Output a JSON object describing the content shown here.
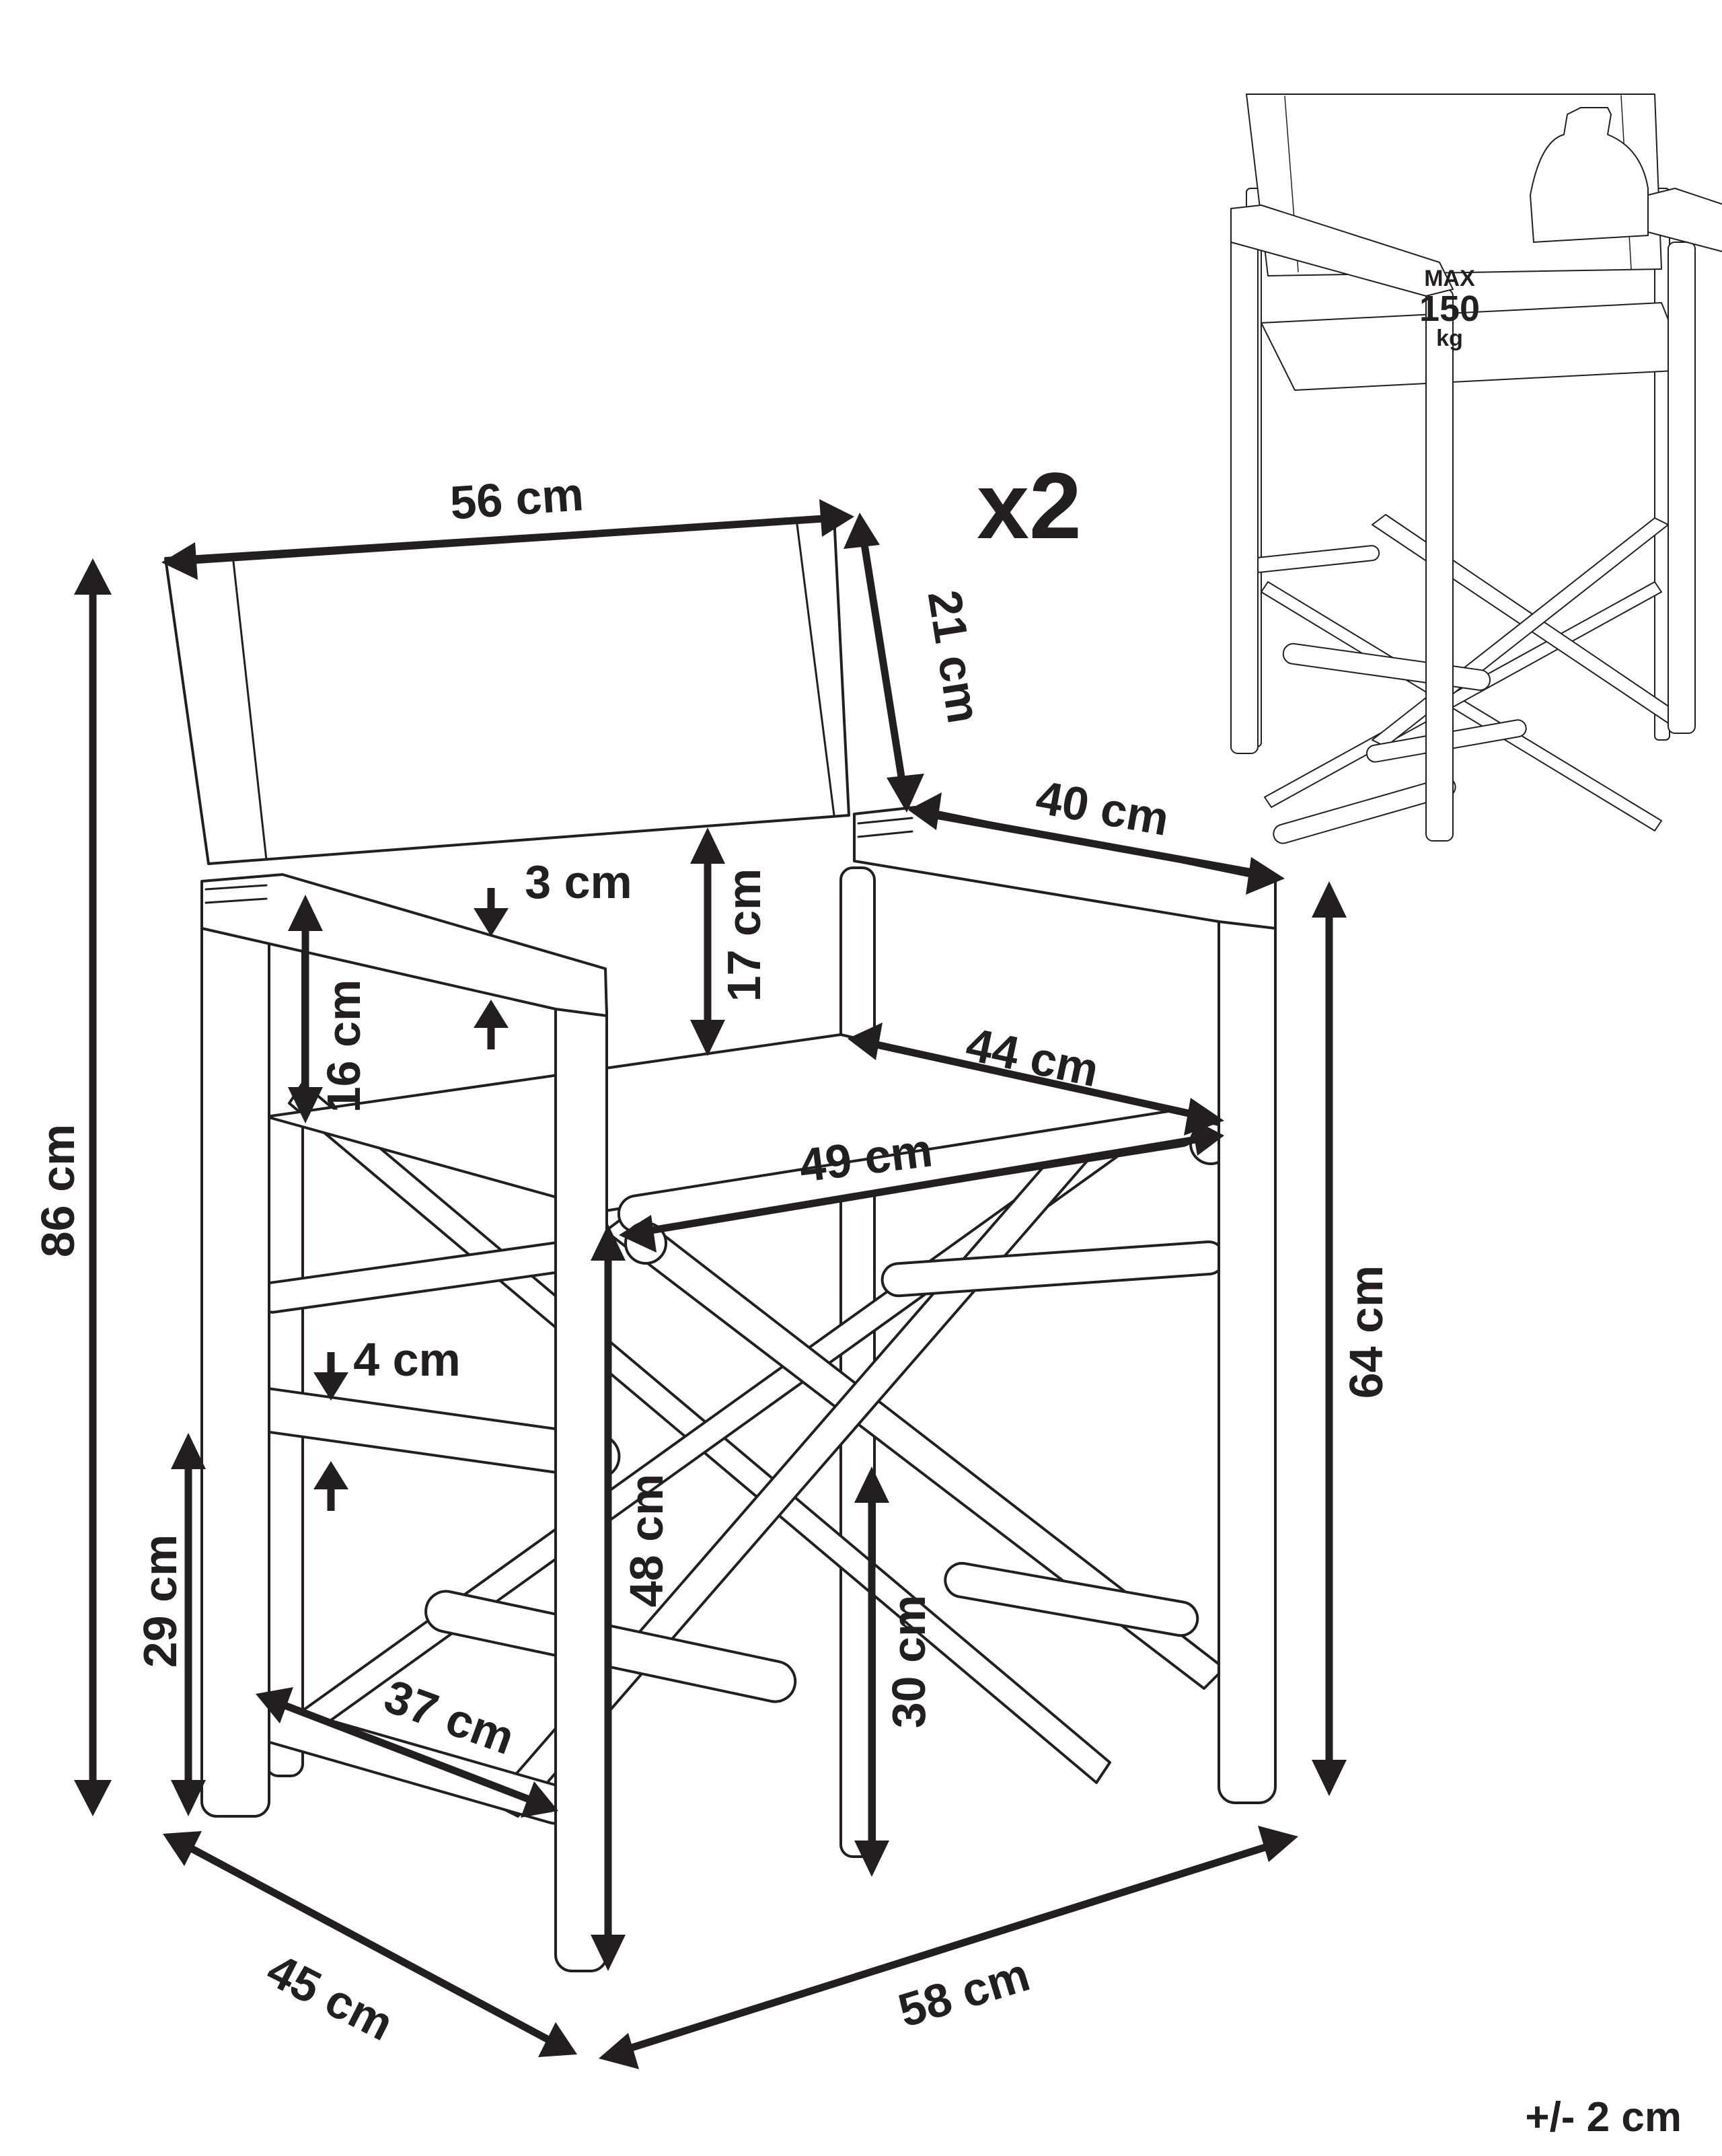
{
  "diagram": {
    "quantity": "x2",
    "tolerance": "+/- 2 cm",
    "weight_limit": {
      "line1": "MAX",
      "line2": "150",
      "line3": "kg"
    },
    "dimensions": {
      "backrest_width": "56 cm",
      "backrest_height": "21 cm",
      "armrest_depth": "40 cm",
      "overall_height": "86 cm",
      "armrest_above_seat": "16 cm",
      "armrest_thickness": "3 cm",
      "seat_to_backrest_top": "17 cm",
      "seat_depth": "44 cm",
      "seat_width": "49 cm",
      "armrest_height": "64 cm",
      "crossbar_diameter": "4 cm",
      "seat_height": "48 cm",
      "footrest_height": "29 cm",
      "rear_crossbar_height": "30 cm",
      "footrest_width": "37 cm",
      "overall_depth": "45 cm",
      "overall_width": "58 cm"
    }
  },
  "colors": {
    "ink": "#231f20",
    "background": "#ffffff"
  }
}
